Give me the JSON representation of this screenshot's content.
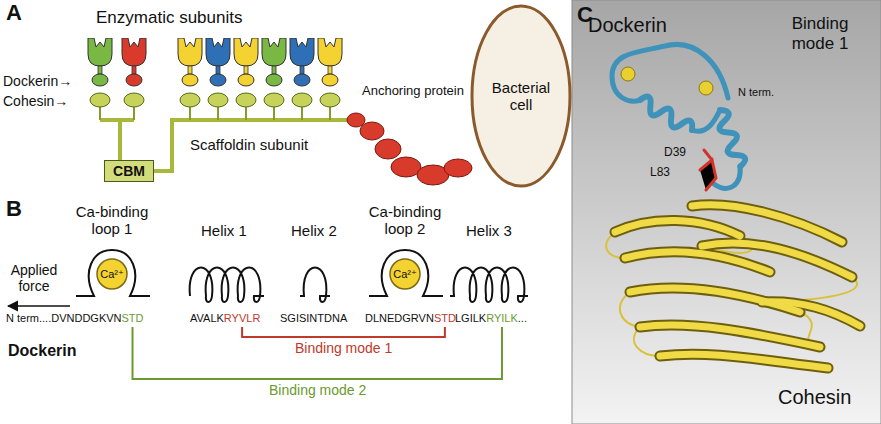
{
  "diagram": {
    "nodes": [
      {
        "text": [
          "CBM"
        ]
      },
      {
        "text": [
          "Bacterial cell"
        ]
      },
      {
        "text": [
          "Ca²⁺"
        ]
      },
      {
        "text": [
          "Ca²⁺"
        ]
      }
    ],
    "labels": [
      "A",
      "Enzymatic subunits",
      "Dockerin→",
      "Cohesin→",
      "Scaffoldin subunit",
      "Anchoring protein",
      "B",
      "Ca-binding loop 1",
      "Helix 1",
      "Helix 2",
      "Ca-binding loop 2",
      "Helix 3",
      "Applied force",
      "N term....DVNDDGKVN",
      "STD",
      "AVALK",
      "RYVLR",
      "SGISINTDNA",
      "DLNEDGRVN",
      "STD",
      "LGILK",
      "RYILK",
      "...",
      "Dockerin",
      "Binding mode 1",
      "Binding mode 2",
      "C",
      "Dockerin",
      "Binding mode 1",
      "N term.",
      "D39",
      "L83",
      "Cohesin"
    ]
  }
}
